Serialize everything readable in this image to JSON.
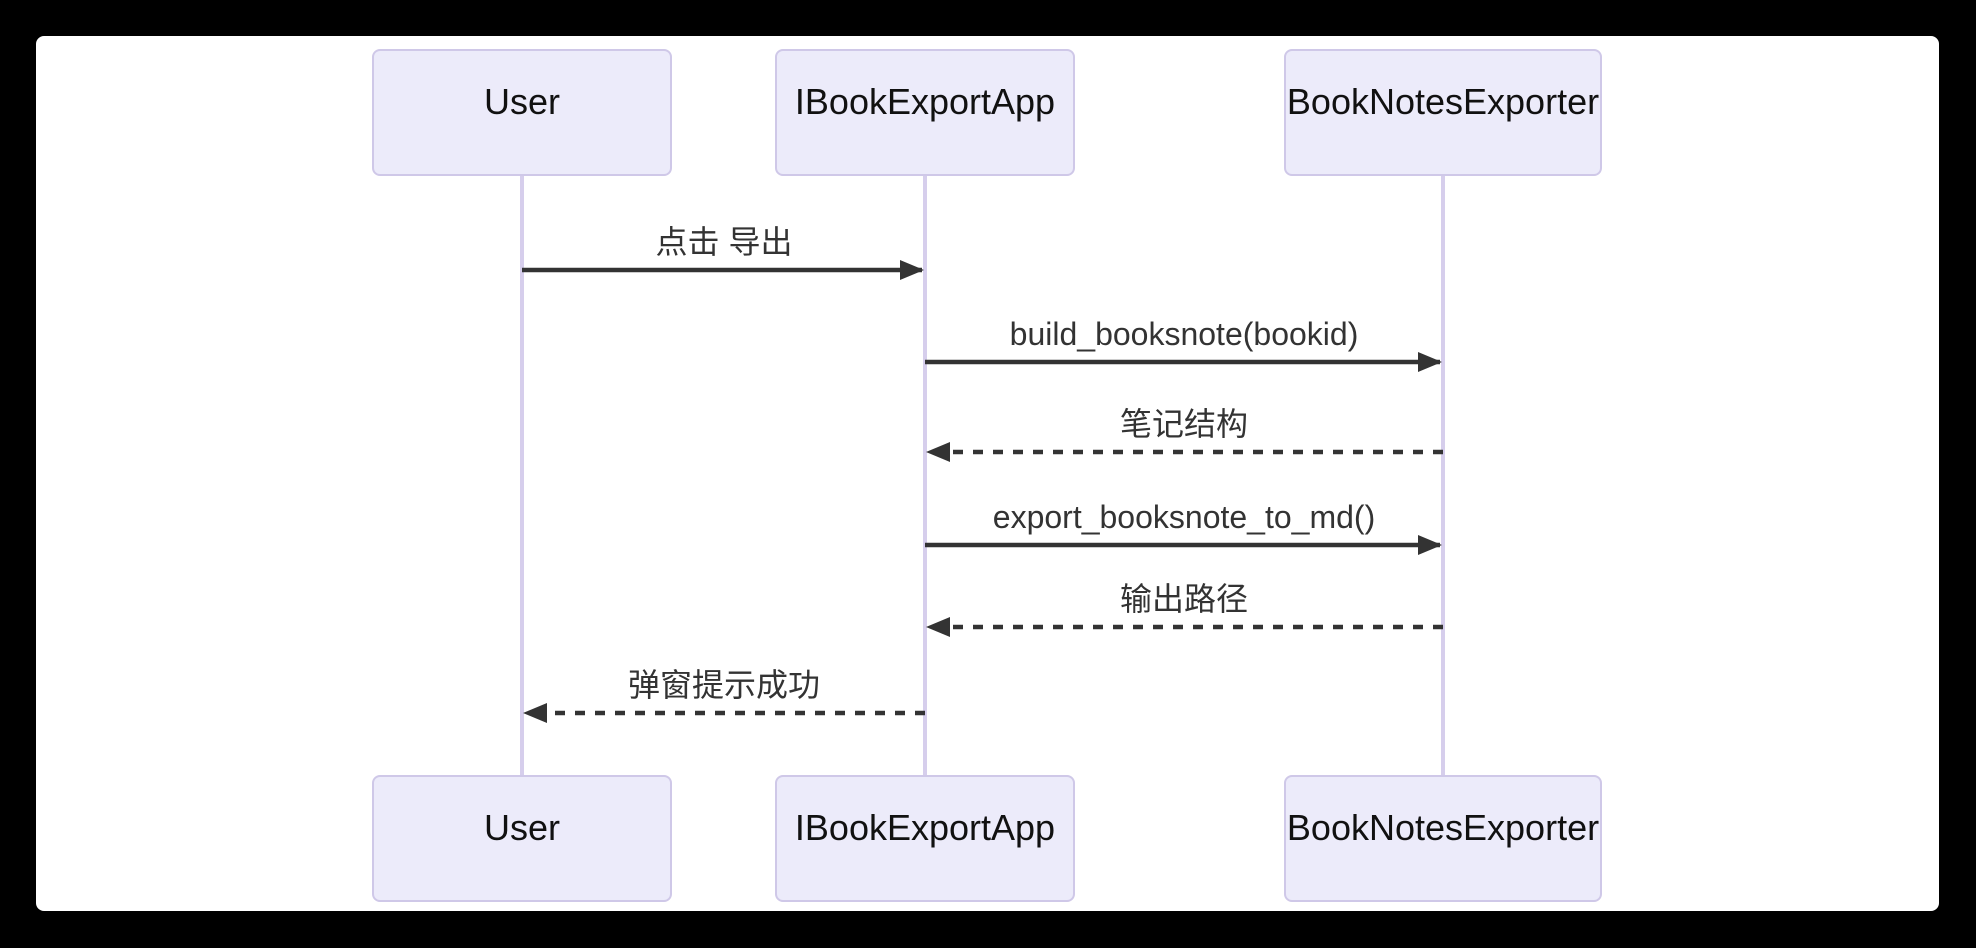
{
  "diagram": {
    "type": "sequence-diagram",
    "actors": [
      {
        "id": "user",
        "label": "User"
      },
      {
        "id": "ibookexportapp",
        "label": "IBookExportApp"
      },
      {
        "id": "booknotesexporter",
        "label": "BookNotesExporter"
      }
    ],
    "messages": [
      {
        "from": "User",
        "to": "IBookExportApp",
        "label": "点击 导出",
        "line": "solid"
      },
      {
        "from": "IBookExportApp",
        "to": "BookNotesExporter",
        "label": "build_booksnote(bookid)",
        "line": "solid"
      },
      {
        "from": "BookNotesExporter",
        "to": "IBookExportApp",
        "label": "笔记结构",
        "line": "dashed"
      },
      {
        "from": "IBookExportApp",
        "to": "BookNotesExporter",
        "label": "export_booksnote_to_md()",
        "line": "solid"
      },
      {
        "from": "BookNotesExporter",
        "to": "IBookExportApp",
        "label": "输出路径",
        "line": "dashed"
      },
      {
        "from": "IBookExportApp",
        "to": "User",
        "label": "弹窗提示成功",
        "line": "dashed"
      }
    ],
    "colors": {
      "canvas": "#000000",
      "panel": "#FFFFFF",
      "actor_fill": "#ECEBFA",
      "actor_border": "#CFC8E8",
      "lifeline": "#D6CEEC",
      "arrow": "#333333",
      "text": "#333333"
    }
  }
}
